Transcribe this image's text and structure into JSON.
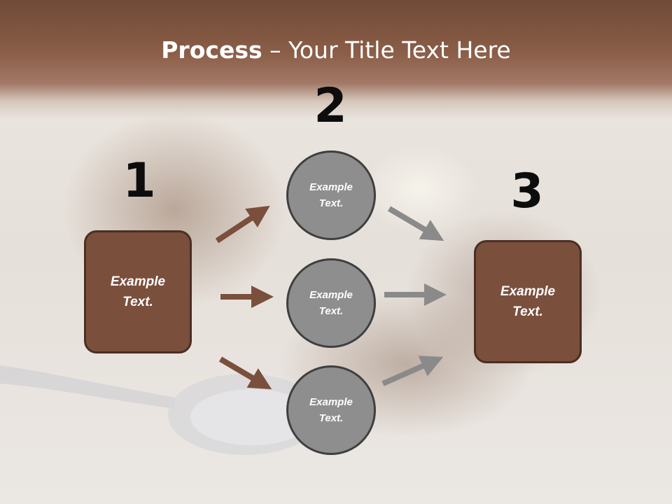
{
  "title": {
    "bold": "Process",
    "rest": " – Your Title Text Here"
  },
  "steps": {
    "one": "1",
    "two": "2",
    "three": "3"
  },
  "left_box": {
    "line1": "Example",
    "line2": "Text."
  },
  "right_box": {
    "line1": "Example",
    "line2": "Text."
  },
  "circles": [
    {
      "line1": "Example",
      "line2": "Text."
    },
    {
      "line1": "Example",
      "line2": "Text."
    },
    {
      "line1": "Example",
      "line2": "Text."
    }
  ],
  "colors": {
    "header": "#7a4f3c",
    "box_fill": "#7a4f3c",
    "circle_fill": "#8e8e8e",
    "arrow_brown": "#7a4f3c",
    "arrow_gray": "#8a8a8a"
  }
}
